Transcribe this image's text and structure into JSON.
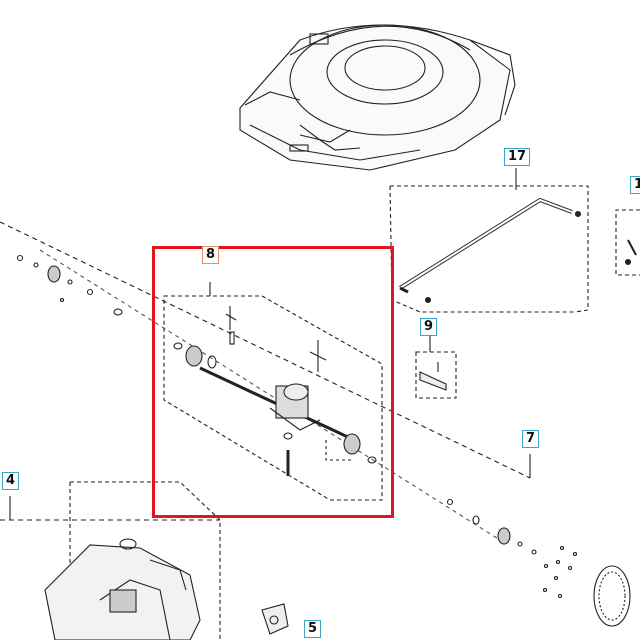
{
  "callouts": [
    {
      "id": "17",
      "text": "17"
    },
    {
      "id": "1x",
      "text": "1"
    },
    {
      "id": "8",
      "text": "8"
    },
    {
      "id": "9",
      "text": "9"
    },
    {
      "id": "7",
      "text": "7"
    },
    {
      "id": "4",
      "text": "4"
    },
    {
      "id": "5",
      "text": "5"
    }
  ],
  "highlight": {
    "part": "8",
    "color": "#e0161e"
  },
  "colors": {
    "callout_border": "#3aa7c6",
    "callout_highlight_border": "#e8906c",
    "line": "#222222"
  }
}
